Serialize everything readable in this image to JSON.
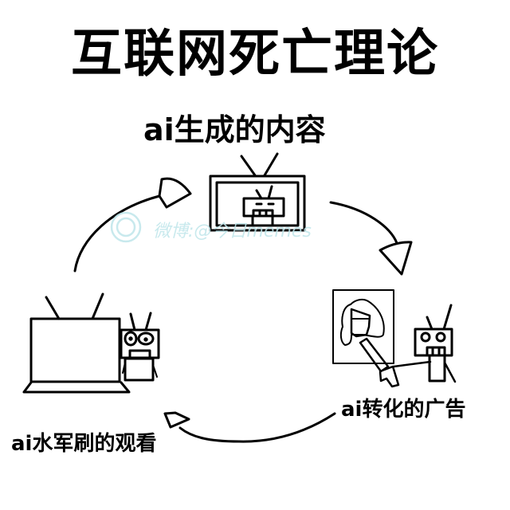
{
  "title": "互联网死亡理论",
  "cycle": {
    "top": "ai生成的内容",
    "right": "ai转化的广告",
    "left": "ai水军刷的观看"
  },
  "watermark": "微博:@今日memes",
  "colors": {
    "background": "#ffffff",
    "ink": "#000000",
    "watermark": "#bfe6ea"
  }
}
